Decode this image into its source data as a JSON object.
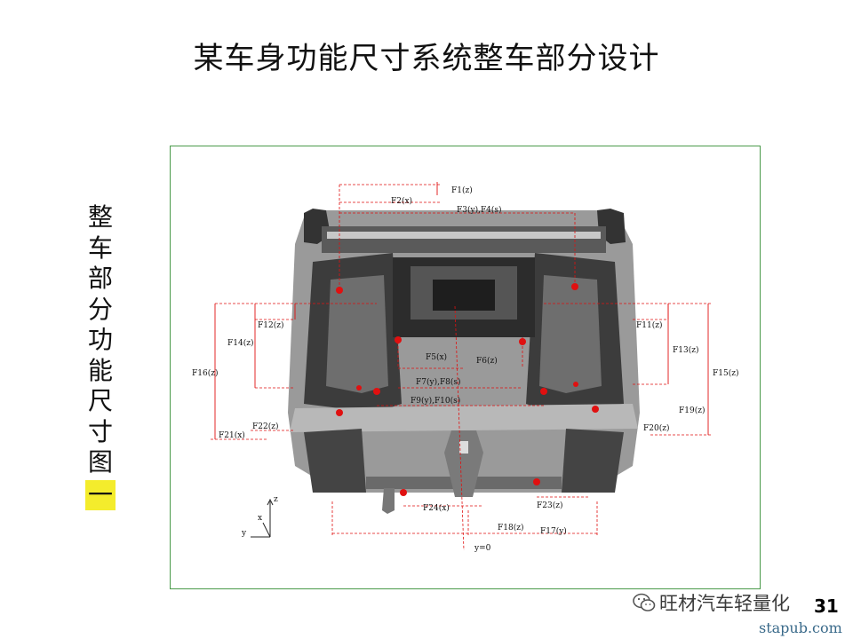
{
  "title": "某车身功能尺寸系统整车部分设计",
  "side_label": [
    "整",
    "车",
    "部",
    "分",
    "功",
    "能",
    "尺",
    "寸",
    "图",
    "一"
  ],
  "figure": {
    "labels": {
      "f1": "F1(z)",
      "f2": "F2(x)",
      "f3": "F3(y),F4(s)",
      "f5": "F5(x)",
      "f6": "F6(z)",
      "f7": "F7(y),F8(s)",
      "f9": "F9(y),F10(s)",
      "f11": "F11(z)",
      "f12": "F12(z)",
      "f13": "F13(z)",
      "f14": "F14(z)",
      "f15": "F15(z)",
      "f16": "F16(z)",
      "f17": "F17(y)",
      "f18": "F18(z)",
      "f19": "F19(z)",
      "f20": "F20(z)",
      "f21": "F21(x)",
      "f22": "F22(z)",
      "f23": "F23(z)",
      "f24": "F24(x)",
      "y0": "y=0"
    },
    "axes": {
      "z": "z",
      "x": "x",
      "y": "y"
    }
  },
  "watermark": "旺材汽车轻量化",
  "page_number": "31",
  "site": "stapub.com"
}
